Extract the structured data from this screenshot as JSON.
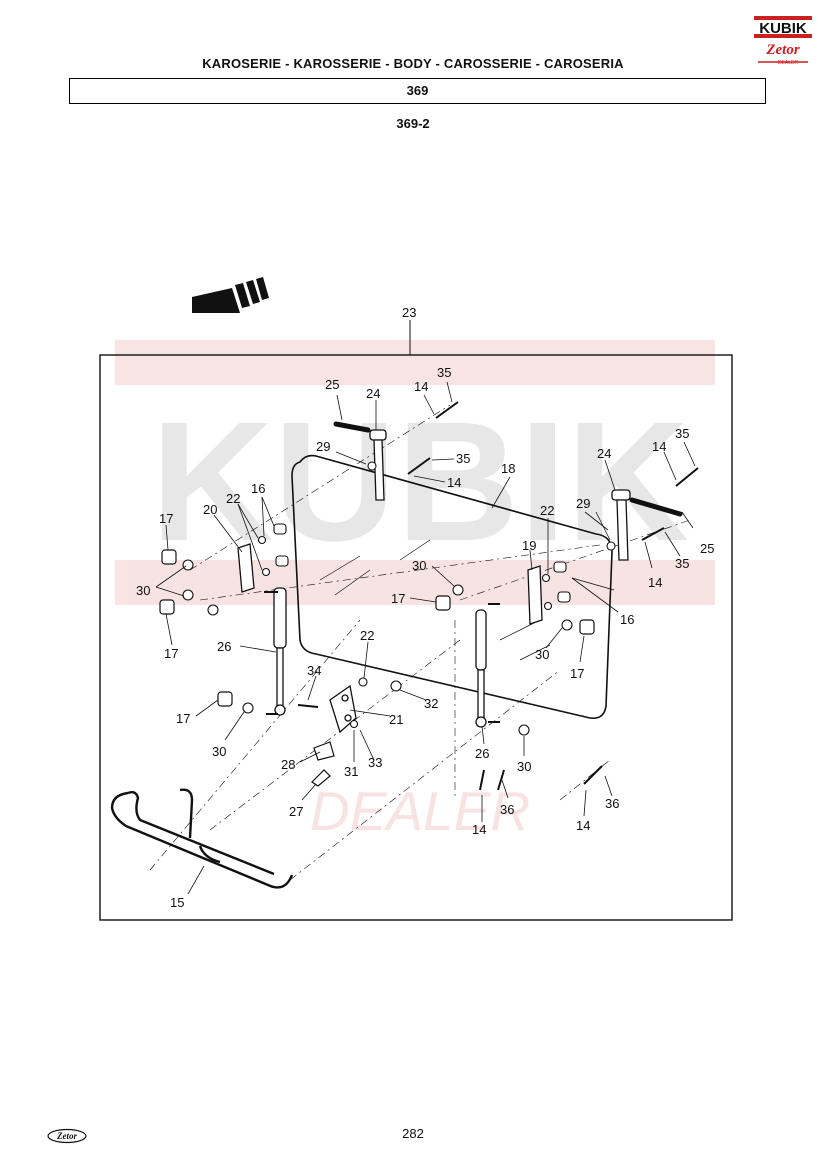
{
  "header": {
    "title": "KAROSERIE - KAROSSERIE - BODY - CAROSSERIE - CAROSERIA",
    "section": "369",
    "subsection": "369-2"
  },
  "logo": {
    "brand": "KUBIK",
    "sub_brand": "Zetor",
    "tag": "DEALER",
    "brand_color": "#cc1f1f"
  },
  "watermark": {
    "text": "KUBIK",
    "tag": "DEALER"
  },
  "diagram": {
    "callouts": [
      {
        "id": "c23",
        "label": "23"
      },
      {
        "id": "c25a",
        "label": "25"
      },
      {
        "id": "c24a",
        "label": "24"
      },
      {
        "id": "c14a",
        "label": "14"
      },
      {
        "id": "c35a",
        "label": "35"
      },
      {
        "id": "c29a",
        "label": "29"
      },
      {
        "id": "c35b",
        "label": "35"
      },
      {
        "id": "c14b",
        "label": "14"
      },
      {
        "id": "c18",
        "label": "18"
      },
      {
        "id": "c24b",
        "label": "24"
      },
      {
        "id": "c14c",
        "label": "14"
      },
      {
        "id": "c35c",
        "label": "35"
      },
      {
        "id": "c29b",
        "label": "29"
      },
      {
        "id": "c25b",
        "label": "25"
      },
      {
        "id": "c14d",
        "label": "14"
      },
      {
        "id": "c35d",
        "label": "35"
      },
      {
        "id": "c16a",
        "label": "16"
      },
      {
        "id": "c22a",
        "label": "22"
      },
      {
        "id": "c20",
        "label": "20"
      },
      {
        "id": "c17a",
        "label": "17"
      },
      {
        "id": "c30a",
        "label": "30"
      },
      {
        "id": "c17b",
        "label": "17"
      },
      {
        "id": "c22b",
        "label": "22"
      },
      {
        "id": "c19",
        "label": "19"
      },
      {
        "id": "c30b",
        "label": "30"
      },
      {
        "id": "c17c",
        "label": "17"
      },
      {
        "id": "c16b",
        "label": "16"
      },
      {
        "id": "c30c",
        "label": "30"
      },
      {
        "id": "c17d",
        "label": "17"
      },
      {
        "id": "c26a",
        "label": "26"
      },
      {
        "id": "c22c",
        "label": "22"
      },
      {
        "id": "c34",
        "label": "34"
      },
      {
        "id": "c32",
        "label": "32"
      },
      {
        "id": "c17e",
        "label": "17"
      },
      {
        "id": "c21",
        "label": "21"
      },
      {
        "id": "c30d",
        "label": "30"
      },
      {
        "id": "c28",
        "label": "28"
      },
      {
        "id": "c31",
        "label": "31"
      },
      {
        "id": "c33",
        "label": "33"
      },
      {
        "id": "c26b",
        "label": "26"
      },
      {
        "id": "c30e",
        "label": "30"
      },
      {
        "id": "c27",
        "label": "27"
      },
      {
        "id": "c36a",
        "label": "36"
      },
      {
        "id": "c14e",
        "label": "14"
      },
      {
        "id": "c36b",
        "label": "36"
      },
      {
        "id": "c14f",
        "label": "14"
      },
      {
        "id": "c15",
        "label": "15"
      }
    ]
  },
  "footer": {
    "logo_text": "Zetor",
    "page_number": "282"
  }
}
